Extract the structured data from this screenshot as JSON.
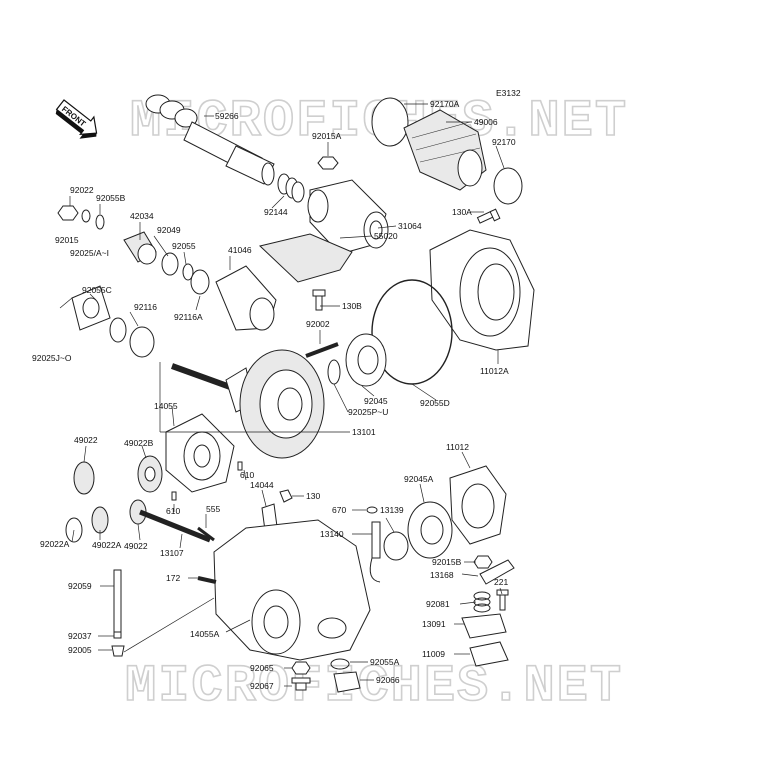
{
  "diagram": {
    "code": "E3132",
    "front_label": "FRONT",
    "watermark": "MICROFICHES.NET",
    "callouts": {
      "c92170A": "92170A",
      "c59266": "59266",
      "c49006": "49006",
      "c92015A": "92015A",
      "c92170": "92170",
      "c92022": "92022",
      "c92055B": "92055B",
      "c42034": "42034",
      "c92144": "92144",
      "c130A": "130A",
      "c92015": "92015",
      "c92049": "92049",
      "c31064": "31064",
      "c92025AI": "92025/A~I",
      "c92055": "92055",
      "c41046": "41046",
      "c55020": "55020",
      "c92055C": "92055C",
      "c130B": "130B",
      "c92116": "92116",
      "c92116A": "92116A",
      "c92002": "92002",
      "c92025JO": "92025J~O",
      "c11012A": "11012A",
      "c92045": "92045",
      "c92055D": "92055D",
      "c14055": "14055",
      "c92025PU": "92025P~U",
      "c13101": "13101",
      "c49022": "49022",
      "c49022B": "49022B",
      "c11012": "11012",
      "c610a": "610",
      "c14044": "14044",
      "c130": "130",
      "c92045A": "92045A",
      "c610b": "610",
      "c555": "555",
      "c670": "670",
      "c13139": "13139",
      "c92022A": "92022A",
      "c49022A": "49022A",
      "c13107": "13107",
      "c13140": "13140",
      "c92015B": "92015B",
      "c172": "172",
      "c13168": "13168",
      "c92059": "92059",
      "c221": "221",
      "c92081": "92081",
      "c13091": "13091",
      "c14055A": "14055A",
      "c92037": "92037",
      "c92005": "92005",
      "c11009": "11009",
      "c92065": "92065",
      "c92055A": "92055A",
      "c92067": "92067",
      "c92066": "92066"
    }
  }
}
